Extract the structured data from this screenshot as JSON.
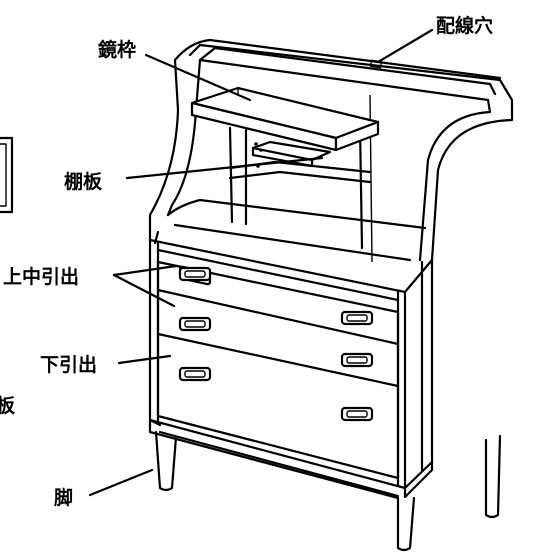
{
  "labels": {
    "mirror_frame": "鏡枠",
    "wiring_hole": "配線穴",
    "shelf_board": "棚板",
    "upper_middle_drawer": "上中引出",
    "lower_drawer": "下引出",
    "leg": "脚",
    "side_board_partial": "板"
  }
}
